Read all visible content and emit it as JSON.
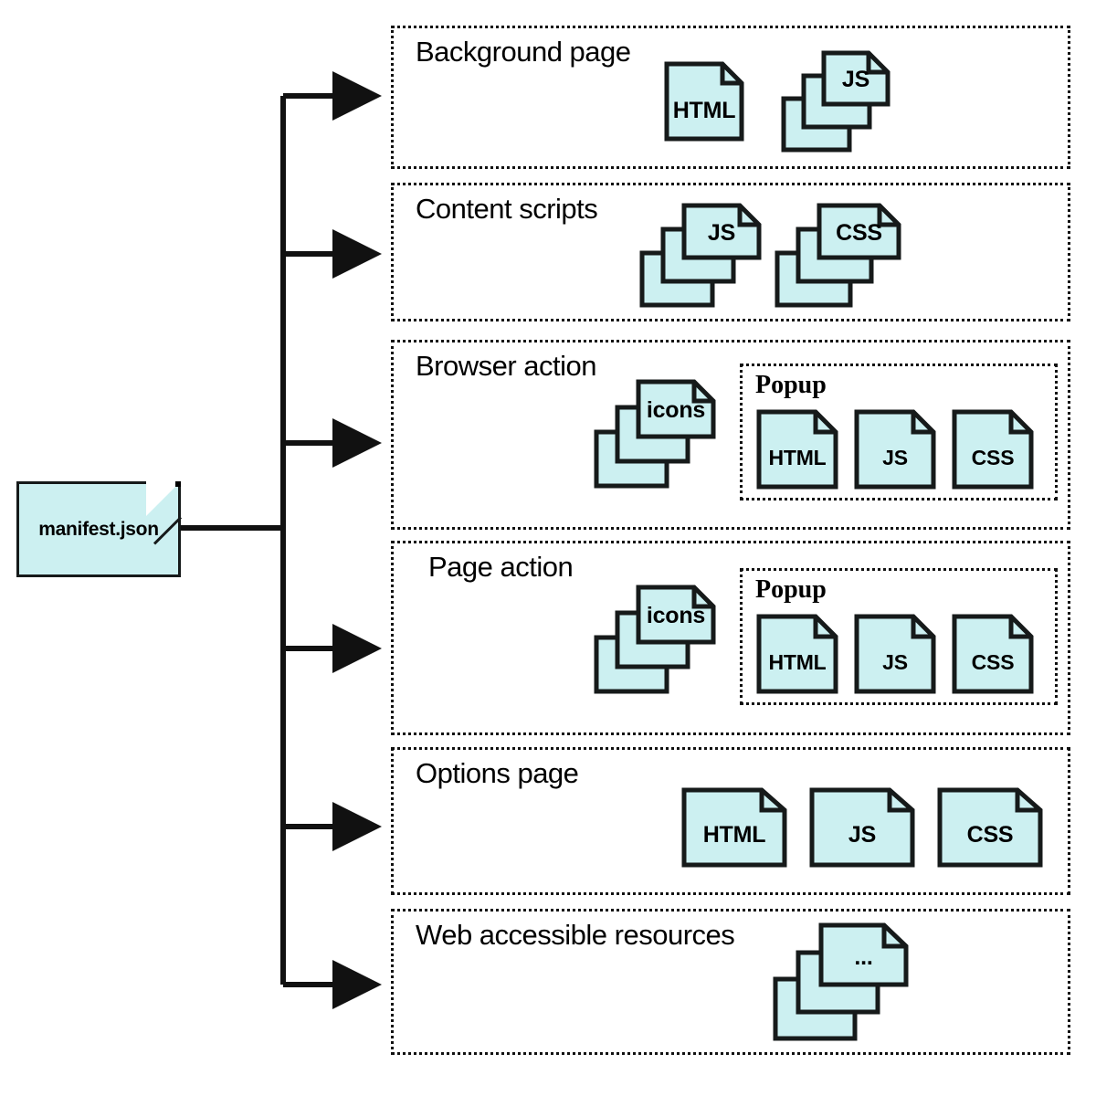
{
  "diagram": {
    "type": "tree-diagram",
    "root": {
      "label": "manifest.json",
      "shape": "document"
    },
    "colors": {
      "file_fill": "#ccf0f1",
      "outline": "#161a1a",
      "border": "#111111",
      "background": "#ffffff"
    },
    "sections": [
      {
        "id": "background-page",
        "title": "Background page",
        "files": [
          {
            "label": "HTML",
            "stack": 1
          },
          {
            "label": "JS",
            "stack": 3
          }
        ]
      },
      {
        "id": "content-scripts",
        "title": "Content scripts",
        "files": [
          {
            "label": "JS",
            "stack": 3
          },
          {
            "label": "CSS",
            "stack": 3
          }
        ]
      },
      {
        "id": "browser-action",
        "title": "Browser action",
        "files": [
          {
            "label": "icons",
            "stack": 3
          }
        ],
        "group": {
          "title": "Popup",
          "files": [
            {
              "label": "HTML",
              "stack": 1
            },
            {
              "label": "JS",
              "stack": 1
            },
            {
              "label": "CSS",
              "stack": 1
            }
          ]
        }
      },
      {
        "id": "page-action",
        "title": "Page action",
        "files": [
          {
            "label": "icons",
            "stack": 3
          }
        ],
        "group": {
          "title": "Popup",
          "files": [
            {
              "label": "HTML",
              "stack": 1
            },
            {
              "label": "JS",
              "stack": 1
            },
            {
              "label": "CSS",
              "stack": 1
            }
          ]
        }
      },
      {
        "id": "options-page",
        "title": "Options page",
        "files": [
          {
            "label": "HTML",
            "stack": 1
          },
          {
            "label": "JS",
            "stack": 1
          },
          {
            "label": "CSS",
            "stack": 1
          }
        ]
      },
      {
        "id": "web-accessible-resources",
        "title": "Web accessible resources",
        "files": [
          {
            "label": "...",
            "stack": 3
          }
        ]
      }
    ]
  }
}
